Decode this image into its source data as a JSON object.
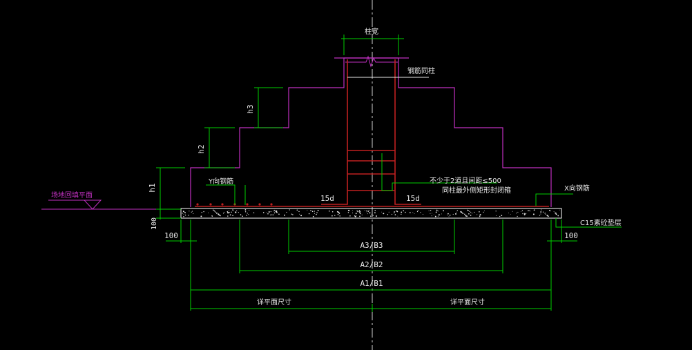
{
  "labels": {
    "column_width": "柱宽",
    "column_rebar": "钢筋同柱",
    "h3": "h3",
    "h2": "h2",
    "h1": "h1",
    "y_rebar": "Y向钢筋",
    "x_rebar": "X向钢筋",
    "ground_level": "场地回填平面",
    "stirrup_note_1": "不少于2道且间距≤500",
    "stirrup_note_2": "同柱最外侧矩形封闭箍",
    "anchor_left": "15d",
    "anchor_right": "15d",
    "pad_thickness": "100",
    "offset_left": "100",
    "offset_right": "100",
    "pad_layer": "C15素砼垫层",
    "dim_a3": "A3/B3",
    "dim_a2": "A2/B2",
    "dim_a1": "A1/B1",
    "see_plan_left": "详平面尺寸",
    "see_plan_right": "详平面尺寸"
  },
  "colors": {
    "background": "#000000",
    "outline": "#c030c0",
    "dimension": "#00d000",
    "rebar": "#c02020",
    "centerline": "#d0d0d0",
    "text": "#e8e8e8",
    "pad": "#ffffff"
  }
}
